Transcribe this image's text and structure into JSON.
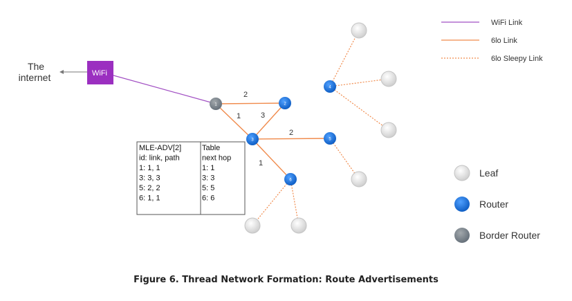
{
  "internet_label": [
    "The",
    "internet"
  ],
  "wifi_box_label": "WiFi",
  "legend_lines": [
    {
      "label": "WiFi Link",
      "color": "#a14fc3",
      "style": "solid"
    },
    {
      "label": "6lo Link",
      "color": "#f08a4b",
      "style": "solid"
    },
    {
      "label": "6lo Sleepy Link",
      "color": "#f08a4b",
      "style": "dotted"
    }
  ],
  "legend_nodes": [
    {
      "label": "Leaf",
      "type": "leaf"
    },
    {
      "label": "Router",
      "type": "router"
    },
    {
      "label": "Border Router",
      "type": "border"
    }
  ],
  "nodes": [
    {
      "id": "1",
      "label": "1",
      "type": "border"
    },
    {
      "id": "2",
      "label": "2",
      "type": "router"
    },
    {
      "id": "3",
      "label": "3",
      "type": "router"
    },
    {
      "id": "4",
      "label": "4",
      "type": "router"
    },
    {
      "id": "5",
      "label": "5",
      "type": "router"
    },
    {
      "id": "6",
      "label": "6",
      "type": "router"
    },
    {
      "id": "L1",
      "label": "",
      "type": "leaf"
    },
    {
      "id": "L2",
      "label": "",
      "type": "leaf"
    },
    {
      "id": "L3",
      "label": "",
      "type": "leaf"
    },
    {
      "id": "L4",
      "label": "",
      "type": "leaf"
    },
    {
      "id": "L5",
      "label": "",
      "type": "leaf"
    },
    {
      "id": "L6",
      "label": "",
      "type": "leaf"
    }
  ],
  "links": [
    {
      "from": "wifi",
      "to": "1",
      "type": "wifi",
      "label": ""
    },
    {
      "from": "1",
      "to": "2",
      "type": "6lo",
      "label": "2"
    },
    {
      "from": "1",
      "to": "3",
      "type": "6lo",
      "label": "1"
    },
    {
      "from": "2",
      "to": "3",
      "type": "6lo",
      "label": "3"
    },
    {
      "from": "3",
      "to": "5",
      "type": "6lo",
      "label": "2"
    },
    {
      "from": "3",
      "to": "6",
      "type": "6lo",
      "label": "1"
    },
    {
      "from": "4",
      "to": "L1",
      "type": "sleepy",
      "label": ""
    },
    {
      "from": "4",
      "to": "L2",
      "type": "sleepy",
      "label": ""
    },
    {
      "from": "4",
      "to": "L3",
      "type": "sleepy",
      "label": ""
    },
    {
      "from": "5",
      "to": "L4",
      "type": "sleepy",
      "label": ""
    },
    {
      "from": "6",
      "to": "L5",
      "type": "sleepy",
      "label": ""
    },
    {
      "from": "6",
      "to": "L6",
      "type": "sleepy",
      "label": ""
    }
  ],
  "table_left": [
    "MLE-ADV[2]",
    "id: link, path",
    "1: 1, 1",
    "3: 3, 3",
    "5: 2, 2",
    "6: 1, 1"
  ],
  "table_right": [
    "Table",
    "next hop",
    "1: 1",
    "3: 3",
    "5: 5",
    "6: 6"
  ],
  "caption": "Figure 6. Thread Network Formation: Route Advertisements",
  "colors": {
    "wifi": "#9b2fc0",
    "wifi_link": "#a14fc3",
    "link": "#f08a4b",
    "router": "#1f73d8",
    "border": "#7d858a",
    "leaf": "#dcdcdc"
  }
}
